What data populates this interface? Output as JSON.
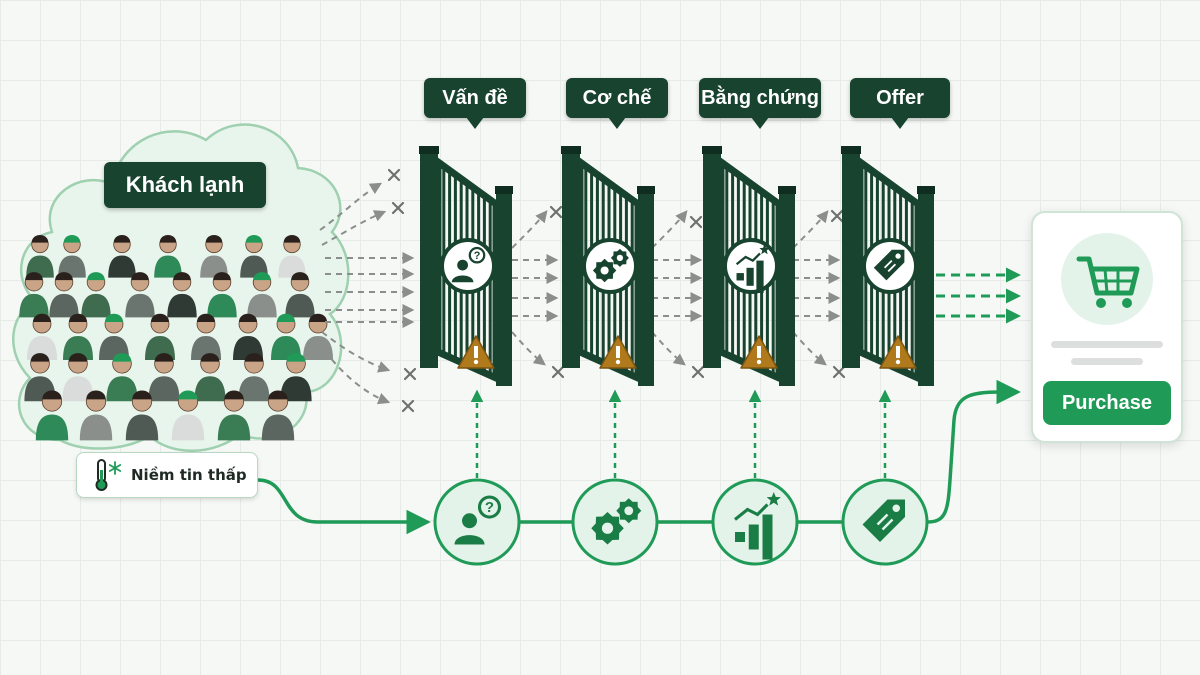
{
  "crowd": {
    "label": "Khách lạnh"
  },
  "trust": {
    "label": "Niềm tin thấp",
    "icon": "thermometer-snowflake-icon"
  },
  "gates": [
    {
      "label": "Vấn đề",
      "icon": "person-question-icon"
    },
    {
      "label": "Cơ chế",
      "icon": "gears-icon"
    },
    {
      "label": "Bằng chứng",
      "icon": "growth-chart-star-icon"
    },
    {
      "label": "Offer",
      "icon": "price-tag-icon"
    }
  ],
  "warning_icon": "warning-triangle-icon",
  "purchase": {
    "button_label": "Purchase",
    "icon": "shopping-cart-icon"
  },
  "colors": {
    "gate_dark": "#17432f",
    "accent_green": "#1f9b57",
    "warning": "#b07a1c",
    "blocked_gray": "#8a8f8c"
  }
}
